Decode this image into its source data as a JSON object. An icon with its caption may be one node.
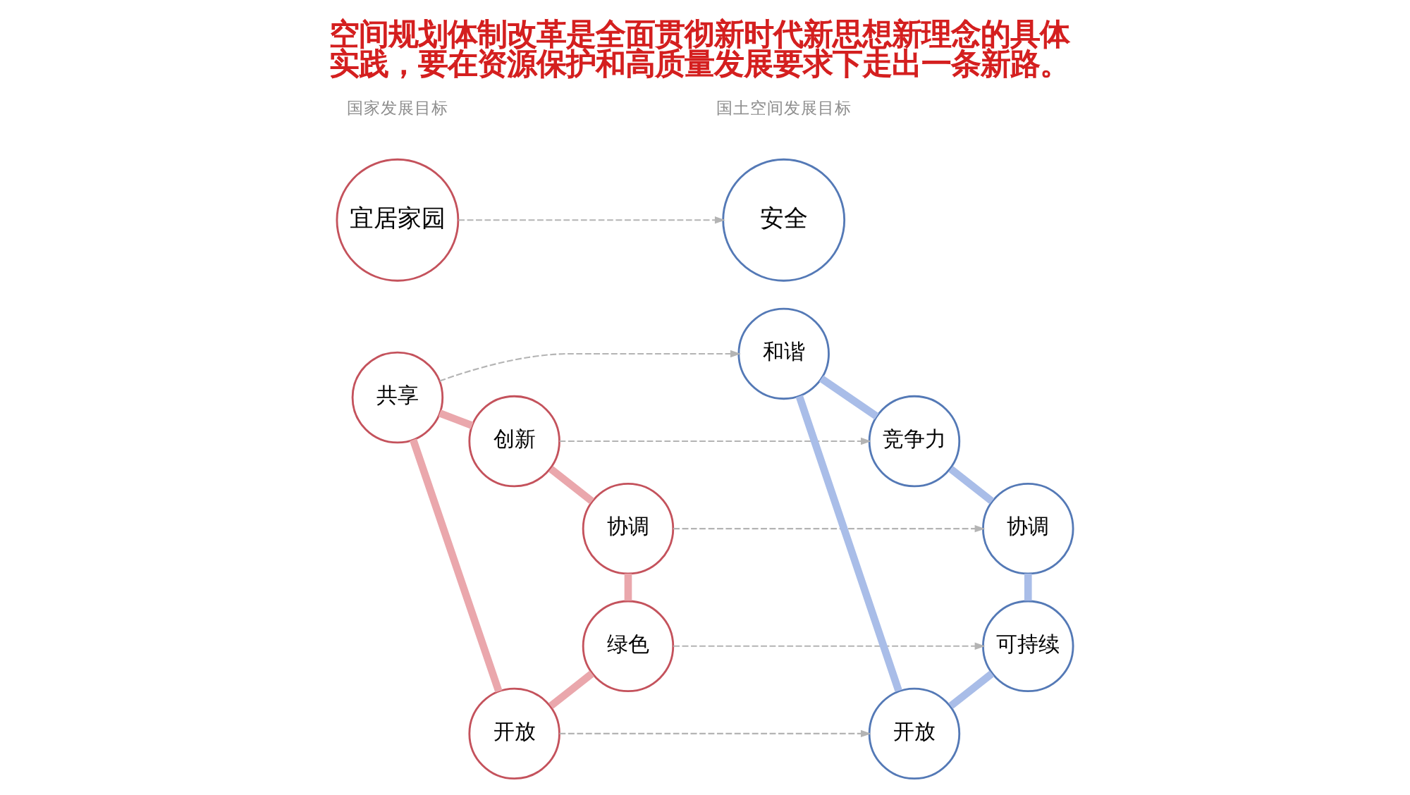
{
  "diagram": {
    "title": "空间规划体制改革是全面贯彻新时代新思想新理念的具体实践，要在资源保护和高质量发展要求下走出一条新路。",
    "nodes": [
      {
        "text": [
          "创新"
        ]
      },
      {
        "text": [
          "共享"
        ]
      },
      {
        "text": [
          "协调"
        ]
      },
      {
        "text": [
          "宜居家园"
        ]
      },
      {
        "text": [
          "开放"
        ]
      },
      {
        "text": [
          "绿色"
        ]
      },
      {
        "text": [
          "竞争力"
        ]
      },
      {
        "text": [
          "和谐"
        ]
      },
      {
        "text": [
          "协调"
        ]
      },
      {
        "text": [
          "安全"
        ]
      },
      {
        "text": [
          "开放"
        ]
      },
      {
        "text": [
          "可持续"
        ]
      }
    ],
    "edges": [
      {
        "from": 0,
        "to": 2,
        "arrow": "none",
        "color": "#eaa7ac"
      },
      {
        "from": 2,
        "to": 5,
        "arrow": "none",
        "color": "#eaa7ac"
      },
      {
        "from": 5,
        "to": 4,
        "arrow": "none",
        "color": "#eaa7ac"
      },
      {
        "from": 4,
        "to": 1,
        "arrow": "none",
        "color": "#eaa7ac"
      },
      {
        "from": 1,
        "to": 0,
        "arrow": "none",
        "color": "#eaa7ac"
      },
      {
        "from": 6,
        "to": 8,
        "arrow": "none",
        "color": "#a9bde8"
      },
      {
        "from": 8,
        "to": 11,
        "arrow": "none",
        "color": "#a9bde8"
      },
      {
        "from": 11,
        "to": 10,
        "arrow": "none",
        "color": "#a9bde8"
      },
      {
        "from": 10,
        "to": 7,
        "arrow": "none",
        "color": "#a9bde8"
      },
      {
        "from": 7,
        "to": 6,
        "arrow": "none",
        "color": "#a9bde8"
      },
      {
        "from": 0,
        "to": 6,
        "arrow": "to",
        "style": "dashed",
        "color": "#b4b4b4"
      },
      {
        "from": 1,
        "to": 7,
        "arrow": "to",
        "style": "dashed",
        "color": "#b4b4b4"
      },
      {
        "from": 2,
        "to": 8,
        "arrow": "to",
        "style": "dashed",
        "color": "#b4b4b4"
      },
      {
        "from": 3,
        "to": 9,
        "arrow": "to",
        "style": "dashed",
        "color": "#b4b4b4"
      },
      {
        "from": 4,
        "to": 10,
        "arrow": "to",
        "style": "dashed",
        "color": "#b4b4b4"
      },
      {
        "from": 5,
        "to": 11,
        "arrow": "to",
        "style": "dashed",
        "color": "#b4b4b4"
      }
    ],
    "labels": [
      "国家发展目标",
      "国土空间发展目标"
    ]
  }
}
